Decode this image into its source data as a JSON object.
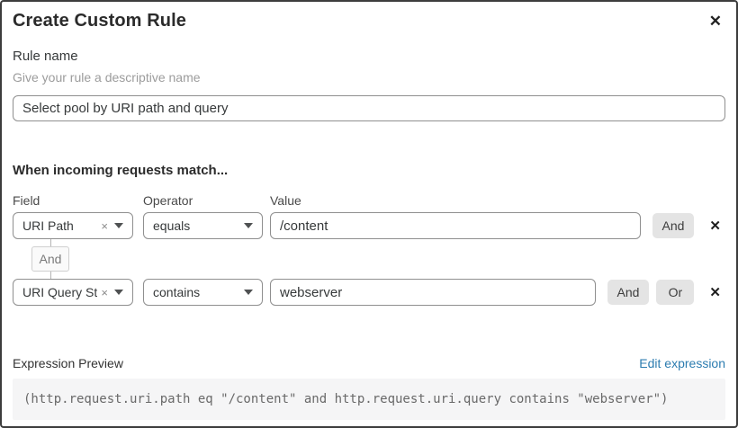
{
  "dialog": {
    "title": "Create Custom Rule"
  },
  "icons": {
    "close": "✕",
    "remove": "✕",
    "clear": "×"
  },
  "rule_name": {
    "label": "Rule name",
    "hint": "Give your rule a descriptive name",
    "value": "Select pool by URI path and query"
  },
  "matcher": {
    "heading": "When incoming requests match...",
    "columns": {
      "field": "Field",
      "operator": "Operator",
      "value": "Value"
    },
    "connector": "And",
    "rows": [
      {
        "field": "URI Path",
        "operator": "equals",
        "value": "/content",
        "buttons": [
          "And"
        ]
      },
      {
        "field": "URI Query St...",
        "operator": "contains",
        "value": "webserver",
        "buttons": [
          "And",
          "Or"
        ]
      }
    ]
  },
  "expression": {
    "label": "Expression Preview",
    "edit_link": "Edit expression",
    "code": "(http.request.uri.path eq \"/content\" and http.request.uri.query contains \"webserver\")"
  },
  "colors": {
    "link": "#2c7cb0",
    "button_bg": "#e4e4e4",
    "code_bg": "#f5f5f6",
    "border": "#8f8f8f"
  }
}
